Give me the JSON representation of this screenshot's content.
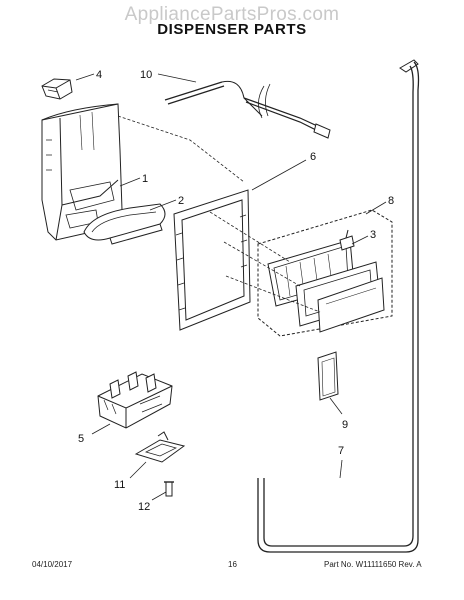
{
  "watermark": "AppliancePartsPros.com",
  "title": "DISPENSER PARTS",
  "callouts": [
    {
      "id": "1",
      "text": "1"
    },
    {
      "id": "2",
      "text": "2"
    },
    {
      "id": "3",
      "text": "3"
    },
    {
      "id": "4",
      "text": "4"
    },
    {
      "id": "5",
      "text": "5"
    },
    {
      "id": "6",
      "text": "6"
    },
    {
      "id": "7",
      "text": "7"
    },
    {
      "id": "8",
      "text": "8"
    },
    {
      "id": "9",
      "text": "9"
    },
    {
      "id": "10",
      "text": "10"
    },
    {
      "id": "11",
      "text": "11"
    },
    {
      "id": "12",
      "text": "12"
    }
  ],
  "footer": {
    "date": "04/10/2017",
    "page": "16",
    "part_no": "Part No. W11111650  Rev. A"
  }
}
